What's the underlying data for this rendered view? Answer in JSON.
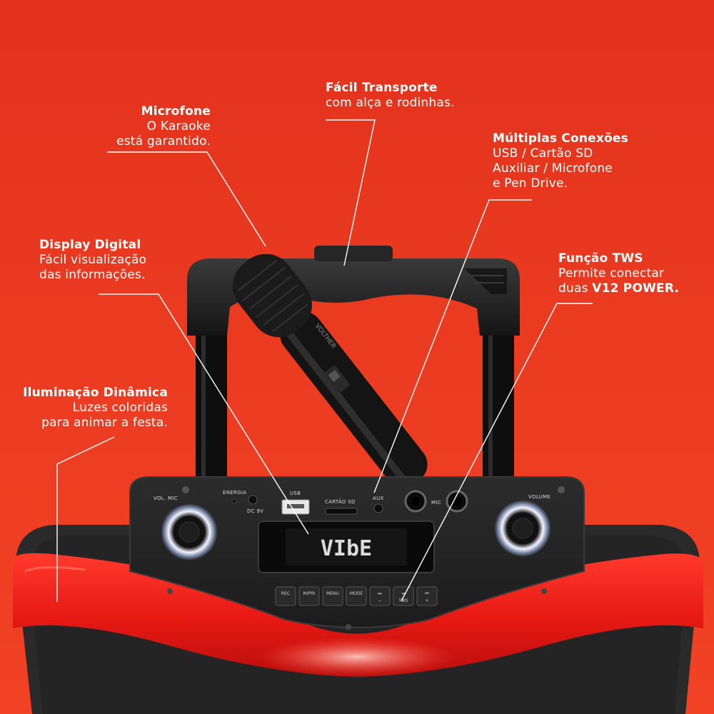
{
  "colors": {
    "background_top": "#e2321c",
    "background_bottom": "#f24225",
    "text": "#ffffff",
    "speaker_body": "#2b2b2b",
    "led_strip": "#e8201c"
  },
  "callouts": {
    "microfone": {
      "title": "Microfone",
      "lines": [
        "O Karaoke",
        "está garantido."
      ]
    },
    "transporte": {
      "title": "Fácil Transporte",
      "lines": [
        "com alça e rodinhas."
      ]
    },
    "conexoes": {
      "title": "Múltiplas Conexões",
      "lines": [
        "USB / Cartão SD",
        "Auxiliar / Microfone",
        "e Pen Drive."
      ]
    },
    "display": {
      "title": "Display Digital",
      "lines": [
        "Fácil visualização",
        "das informações."
      ]
    },
    "tws": {
      "title": "Função TWS",
      "lines": [
        "Permite conectar"
      ],
      "line2_prefix": "duas ",
      "line2_strong": "V12 POWER."
    },
    "iluminacao": {
      "title": "Iluminação Dinâmica",
      "lines": [
        "Luzes coloridas",
        "para animar a festa."
      ]
    }
  },
  "panel": {
    "vol_mic": "VOL. MIC",
    "energia": "ENERGIA",
    "dc": "DC 9V",
    "usb": "USB",
    "cartao": "CARTÃO SD",
    "aux": "AUX",
    "mic": "MIC",
    "volume": "VOLUME",
    "display_text": "VIbE",
    "buttons": [
      "REC",
      "M/PRI",
      "MENU",
      "MODE",
      "⏭",
      "⏯",
      "⏮"
    ],
    "button_sub": [
      "",
      "",
      "",
      "",
      "−",
      "TWS",
      "+"
    ],
    "mic_brand": "VOLTHER"
  }
}
